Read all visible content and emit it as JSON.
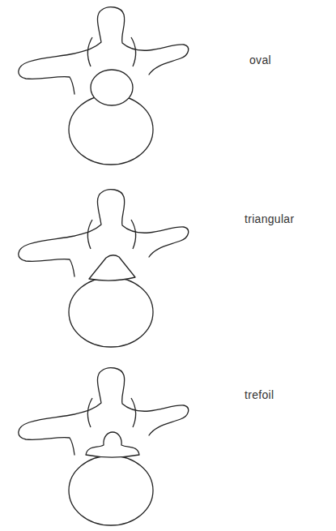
{
  "diagram": {
    "labels": [
      "oval",
      "triangular",
      "trefoil"
    ]
  }
}
